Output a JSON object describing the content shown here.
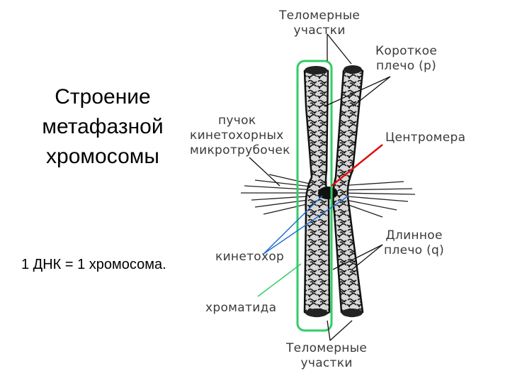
{
  "title": {
    "line1": "Строение",
    "line2": "метафазной",
    "line3": "хромосомы"
  },
  "note": "1 ДНК = 1 хромосома.",
  "labels": {
    "telomeres_top": {
      "line1": "Теломерные",
      "line2": "участки"
    },
    "short_arm": {
      "line1": "Короткое",
      "line2": "плечо (p)"
    },
    "microtubules": {
      "line1": "пучок",
      "line2": "кинетохорных",
      "line3": "микротрубочек"
    },
    "centromere": "Центромера",
    "long_arm": {
      "line1": "Длинное",
      "line2": "плечо (q)"
    },
    "kinetochore": "кинетохор",
    "chromatid": "хроматида",
    "telomeres_bottom": {
      "line1": "Теломерные",
      "line2": "участки"
    }
  },
  "colors": {
    "chromatid_outline": "#33cc66",
    "centromere_pointer": "#e01010",
    "kinetochore_pointer": "#1f6fd0",
    "chromatid_pointer": "#33cc66",
    "label_text": "#3a3a3a"
  }
}
